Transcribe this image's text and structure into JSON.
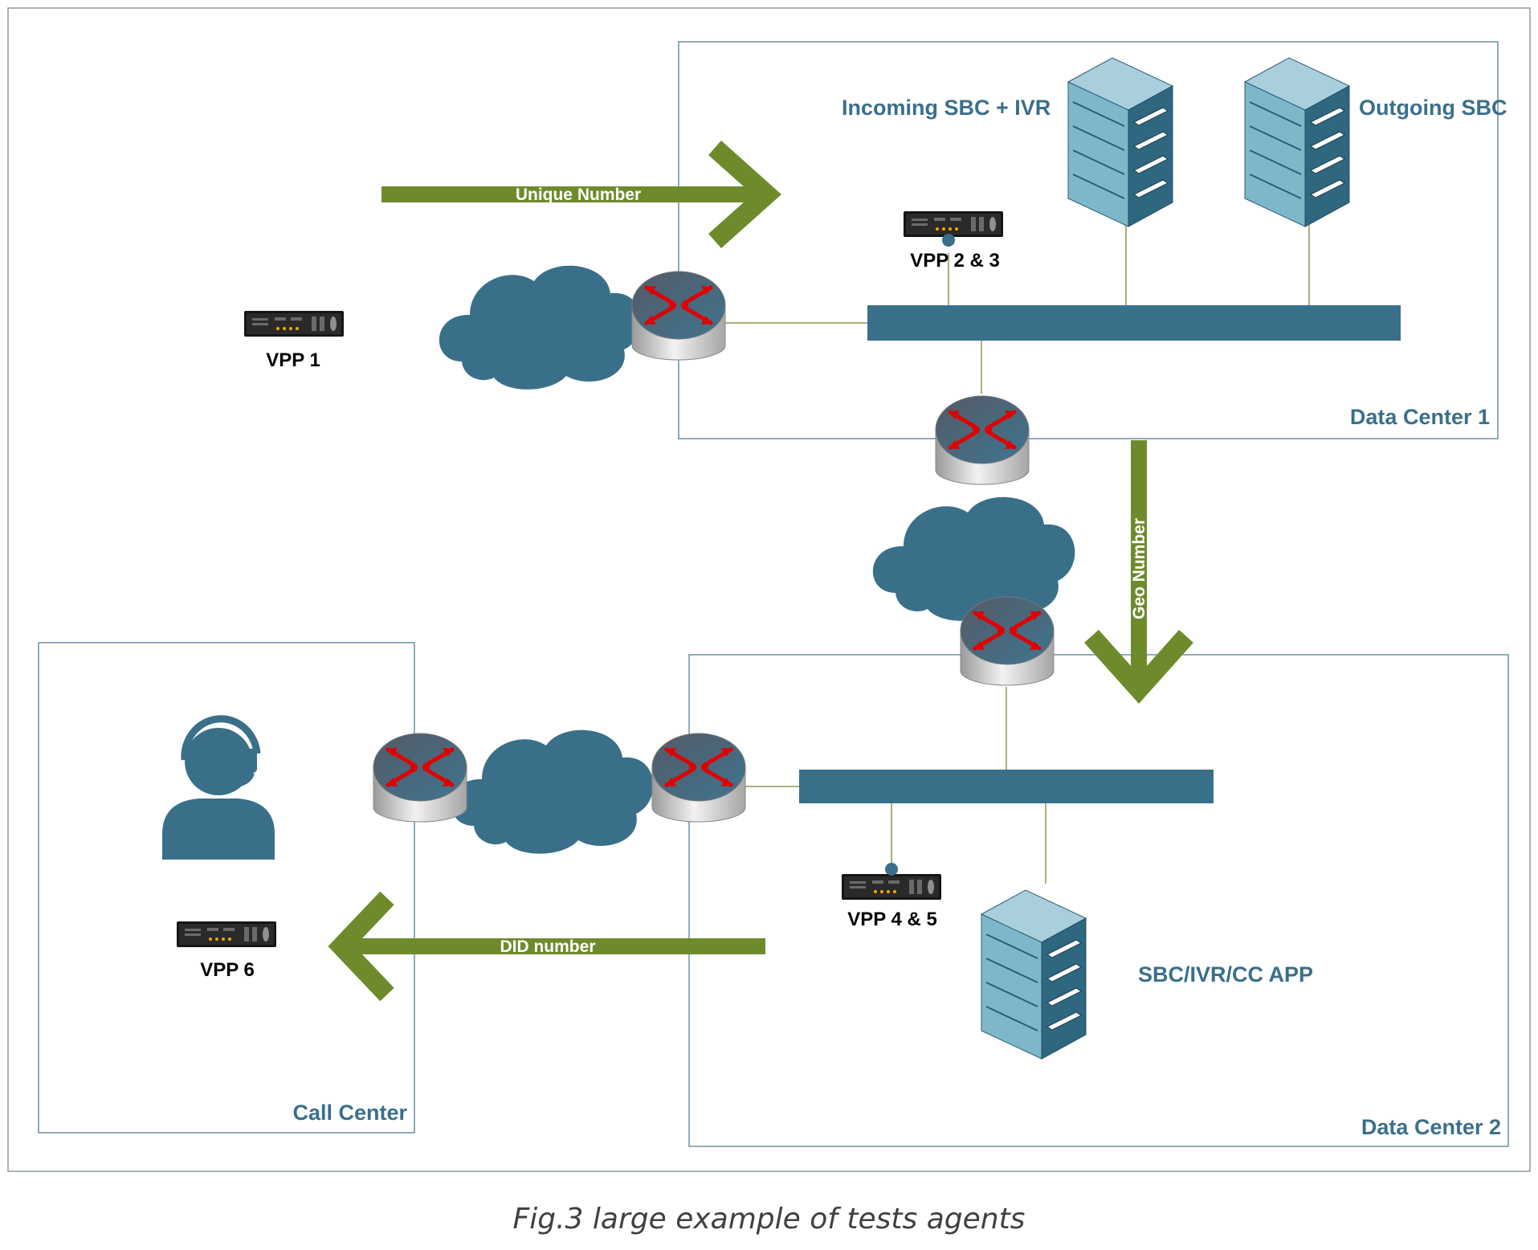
{
  "zones": {
    "data_center_1": "Data Center 1",
    "data_center_2": "Data Center 2",
    "call_center": "Call Center"
  },
  "servers": {
    "incoming": "Incoming SBC + IVR",
    "outgoing": "Outgoing SBC",
    "app": "SBC/IVR/CC APP"
  },
  "probes": {
    "vpp1": "VPP 1",
    "vpp23": "VPP 2 & 3",
    "vpp45": "VPP 4 & 5",
    "vpp6": "VPP 6"
  },
  "flows": {
    "unique": "Unique Number",
    "geo": "Geo Number",
    "did": "DID number"
  },
  "caption": "Fig.3 large example of tests agents",
  "colors": {
    "zone_border": "#6d8fa3",
    "label_blue": "#3a6f8a",
    "switch_bar": "#3a6f8a",
    "cloud": "#3a6f8a",
    "arrow_green": "#6e8b2c",
    "link_line": "#a8b27a",
    "router_arrow": "#e00000"
  }
}
